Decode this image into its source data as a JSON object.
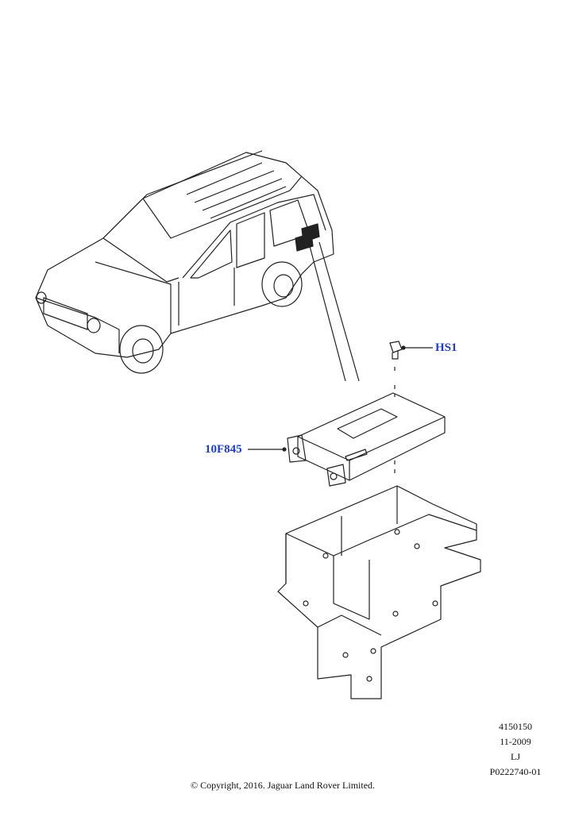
{
  "callouts": {
    "bolt": "HS1",
    "module": "10F845"
  },
  "meta": {
    "ref": "4150150",
    "date": "11-2009",
    "code": "LJ",
    "illustration": "P0222740-01"
  },
  "copyright": "© Copyright, 2016. Jaguar Land Rover Limited.",
  "colors": {
    "callout": "#1a3ce8",
    "line": "#222222"
  }
}
